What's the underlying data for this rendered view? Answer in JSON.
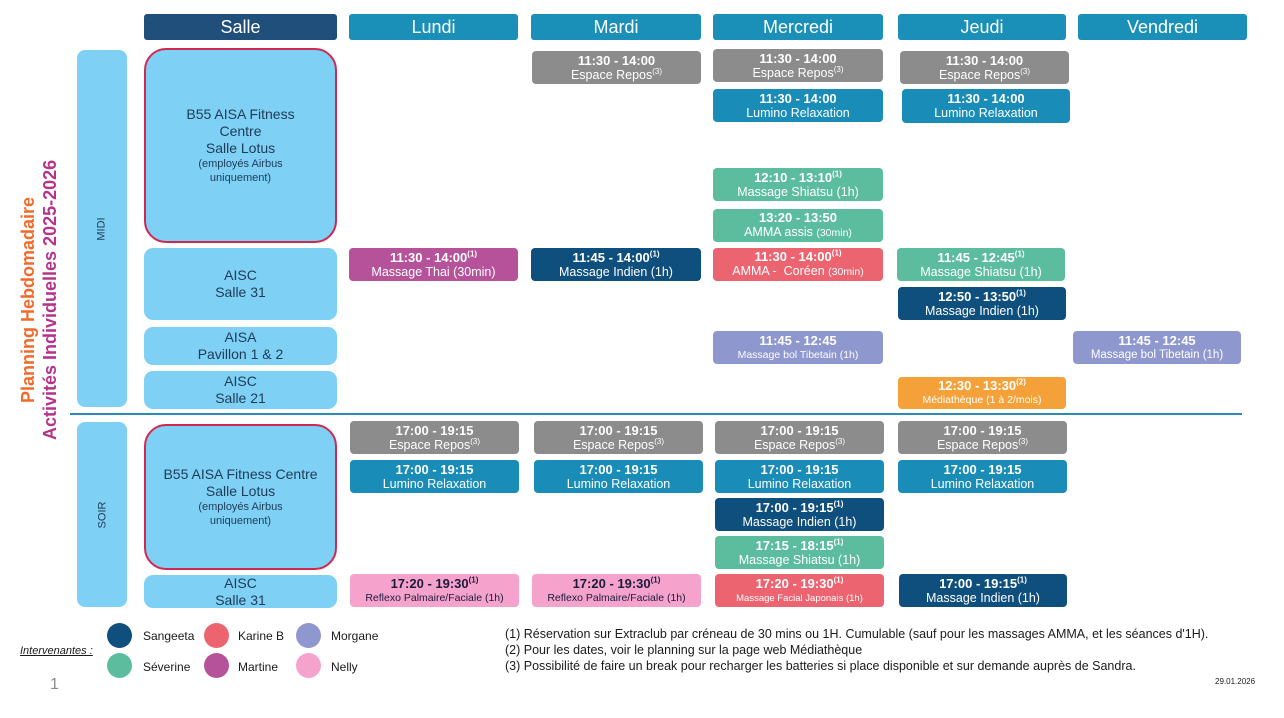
{
  "title": {
    "line1": "Planning Hebdomadaire",
    "line2": "Activités Individuelles 2025-2026",
    "color1": "#f26a2a",
    "color2": "#b5338a"
  },
  "headers": [
    "Salle",
    "Lundi",
    "Mardi",
    "Mercredi",
    "Jeudi",
    "Vendredi"
  ],
  "periods": {
    "midi": "MIDI",
    "soir": "SOIR"
  },
  "rooms": {
    "b55_midi": {
      "l1": "B55 AISA Fitness",
      "l2": "Centre",
      "l3": "Salle Lotus",
      "note": "(employés Airbus uniquement)"
    },
    "aisc31_midi": {
      "l1": "AISC",
      "l2": "Salle 31"
    },
    "aisa_pav": {
      "l1": "AISA",
      "l2": "Pavillon 1 & 2"
    },
    "aisc21": {
      "l1": "AISC",
      "l2": "Salle 21"
    },
    "b55_soir": {
      "l1": "B55 AISA Fitness Centre",
      "l2": "Salle Lotus",
      "note": "(employés Airbus uniquement)"
    },
    "aisc31_soir": {
      "l1": "AISC",
      "l2": "Salle 31"
    }
  },
  "events": {
    "ma_repos": {
      "time": "11:30 - 14:00",
      "name": "Espace Repos",
      "sup": "(3)"
    },
    "me_repos": {
      "time": "11:30 - 14:00",
      "name": "Espace Repos",
      "sup": "(3)"
    },
    "je_repos": {
      "time": "11:30 - 14:00",
      "name": "Espace Repos",
      "sup": "(3)"
    },
    "me_lumino": {
      "time": "11:30 - 14:00",
      "name": "Lumino Relaxation"
    },
    "je_lumino": {
      "time": "11:30 - 14:00",
      "name": "Lumino Relaxation"
    },
    "me_shiatsu": {
      "time": "12:10 - 13:10",
      "tsup": "(1)",
      "name": "Massage Shiatsu (1h)"
    },
    "me_amma_assis": {
      "time": "13:20 - 13:50",
      "name": "AMMA assis",
      "small": "(30min)"
    },
    "lu_thai": {
      "time": "11:30 - 14:00",
      "tsup": "(1)",
      "name": "Massage Thai (30min)"
    },
    "ma_indien": {
      "time": "11:45 - 14:00",
      "tsup": "(1)",
      "name": "Massage Indien (1h)"
    },
    "me_amma_coreen": {
      "time": "11:30 - 14:00",
      "tsup": "(1)",
      "name": "AMMA -  Coréen",
      "small": "(30min)"
    },
    "je_shiatsu": {
      "time": "11:45 - 12:45",
      "tsup": "(1)",
      "name": "Massage Shiatsu (1h)"
    },
    "je_indien": {
      "time": "12:50 - 13:50",
      "tsup": "(1)",
      "name": "Massage Indien (1h)"
    },
    "me_bol": {
      "time": "11:45 - 12:45",
      "name": "Massage bol Tibetain (1h)"
    },
    "ve_bol": {
      "time": "11:45 - 12:45",
      "name": "Massage bol Tibetain (1h)"
    },
    "je_media": {
      "time": "12:30 - 13:30",
      "tsup": "(2)",
      "name": "Médiathèque (1 à 2/mois)"
    },
    "s_lu_repos": {
      "time": "17:00 - 19:15",
      "name": "Espace Repos",
      "sup": "(3)"
    },
    "s_ma_repos": {
      "time": "17:00 - 19:15",
      "name": "Espace Repos",
      "sup": "(3)"
    },
    "s_me_repos": {
      "time": "17:00 - 19:15",
      "name": "Espace Repos",
      "sup": "(3)"
    },
    "s_je_repos": {
      "time": "17:00 - 19:15",
      "name": "Espace Repos",
      "sup": "(3)"
    },
    "s_lu_lumino": {
      "time": "17:00 - 19:15",
      "name": "Lumino Relaxation"
    },
    "s_ma_lumino": {
      "time": "17:00 - 19:15",
      "name": "Lumino Relaxation"
    },
    "s_me_lumino": {
      "time": "17:00 - 19:15",
      "name": "Lumino Relaxation"
    },
    "s_je_lumino": {
      "time": "17:00 - 19:15",
      "name": "Lumino Relaxation"
    },
    "s_me_indien": {
      "time": "17:00 - 19:15",
      "tsup": "(1)",
      "name": "Massage Indien (1h)"
    },
    "s_me_shiatsu": {
      "time": "17:15 - 18:15",
      "tsup": "(1)",
      "name": "Massage Shiatsu (1h)"
    },
    "s_lu_reflexo": {
      "time": "17:20 - 19:30",
      "tsup": "(1)",
      "name": "Reflexo Palmaire/Faciale (1h)"
    },
    "s_ma_reflexo": {
      "time": "17:20 - 19:30",
      "tsup": "(1)",
      "name": "Reflexo Palmaire/Faciale (1h)"
    },
    "s_me_facial": {
      "time": "17:20 - 19:30",
      "tsup": "(1)",
      "name": "Massage Facial Japonais (1h)"
    },
    "s_je_indien": {
      "time": "17:00 - 19:15",
      "tsup": "(1)",
      "name": "Massage Indien (1h)"
    }
  },
  "legend": {
    "label": "Intervenantes :",
    "people": [
      {
        "name": "Sangeeta",
        "color": "#0f4f7d"
      },
      {
        "name": "Karine B",
        "color": "#ec6470"
      },
      {
        "name": "Morgane",
        "color": "#8f97cf"
      },
      {
        "name": "Séverine",
        "color": "#5bbd9e"
      },
      {
        "name": "Martine",
        "color": "#b6529a"
      },
      {
        "name": "Nelly",
        "color": "#f5a3cd"
      }
    ]
  },
  "footnotes": [
    "(1) Réservation sur Extraclub par créneau de 30 mins ou 1H. Cumulable (sauf pour les massages AMMA, et les séances d'1H).",
    "(2) Pour les dates, voir le planning sur la page web Médiathèque",
    "(3) Possibilité de faire un break pour recharger les batteries si place disponible et sur demande auprès de Sandra."
  ],
  "page_number": "1",
  "date": "29.01.2026",
  "colors": {
    "grey": "#8c8c8c",
    "lumino": "#1a8cb8",
    "sangeeta": "#0f4f7d",
    "karine": "#ec6470",
    "morgane": "#8f97cf",
    "severine": "#5bbd9e",
    "martine": "#b6529a",
    "nelly": "#f5a3cd",
    "media": "#f5a13a"
  }
}
